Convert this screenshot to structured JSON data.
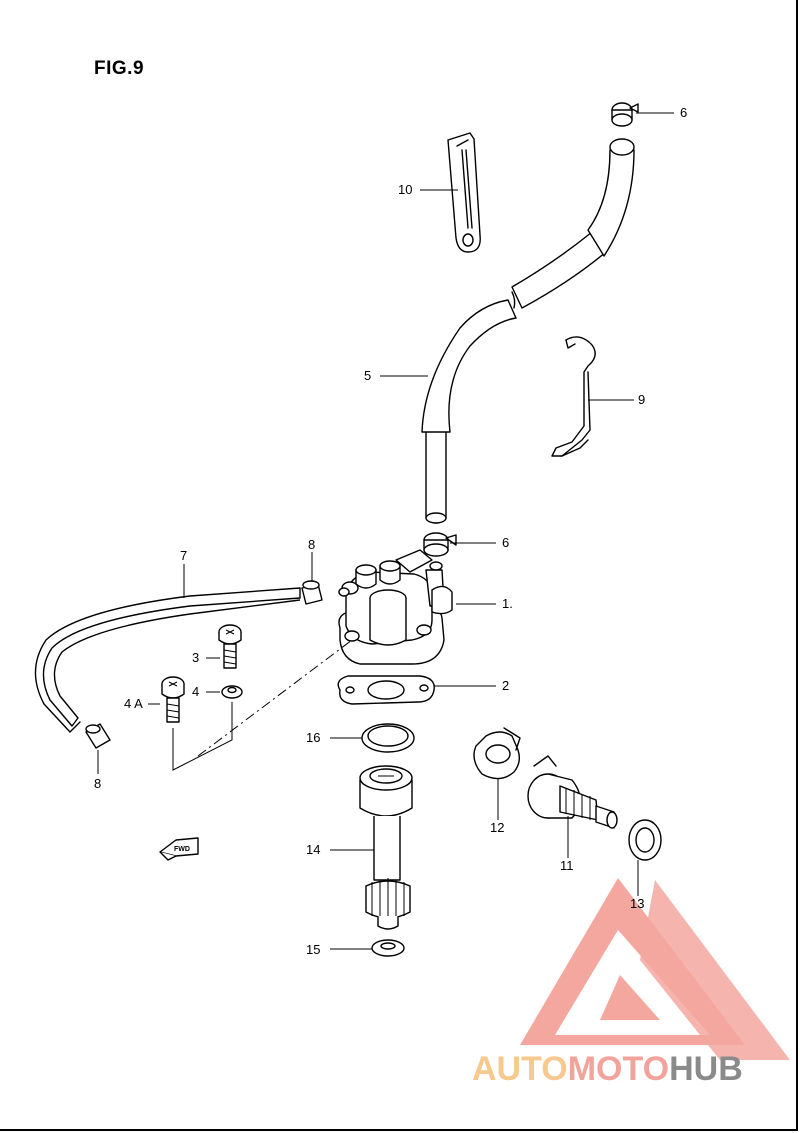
{
  "figure": {
    "title": "FIG.9"
  },
  "callouts": [
    {
      "id": "c6a",
      "text": "6"
    },
    {
      "id": "c10",
      "text": "10"
    },
    {
      "id": "c5",
      "text": "5"
    },
    {
      "id": "c9",
      "text": "9"
    },
    {
      "id": "c6b",
      "text": "6"
    },
    {
      "id": "c7",
      "text": "7"
    },
    {
      "id": "c8a",
      "text": "8"
    },
    {
      "id": "c1",
      "text": "1."
    },
    {
      "id": "c3",
      "text": "3"
    },
    {
      "id": "c4a",
      "text": "4 A"
    },
    {
      "id": "c4",
      "text": "4"
    },
    {
      "id": "c2",
      "text": "2"
    },
    {
      "id": "c16",
      "text": "16"
    },
    {
      "id": "c8b",
      "text": "8"
    },
    {
      "id": "c12",
      "text": "12"
    },
    {
      "id": "c11",
      "text": "11"
    },
    {
      "id": "c13",
      "text": "13"
    },
    {
      "id": "c14",
      "text": "14"
    },
    {
      "id": "c15",
      "text": "15"
    }
  ],
  "fwd_marker": {
    "text": "FWD"
  },
  "watermark": {
    "parts": [
      "AUTO",
      "MOTO",
      "HUB"
    ],
    "colors": [
      "#f6c98e",
      "#f2a39b",
      "#8a8a8a"
    ],
    "logo_color": "#f08a80"
  }
}
